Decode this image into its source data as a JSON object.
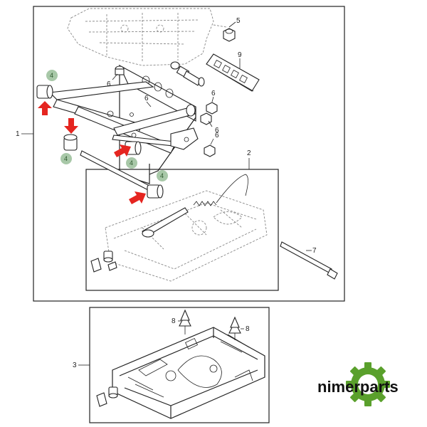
{
  "callouts": {
    "c1": "1",
    "c2": "2",
    "c3": "3",
    "c4": "4",
    "c5": "5",
    "c6": "6",
    "c7": "7",
    "c8": "8",
    "c9": "9"
  },
  "brand": {
    "name": "nimerparts"
  },
  "colors": {
    "arrow": "#e52520",
    "badge_fill": "#a8c8a8",
    "badge_text": "#2f5a2f",
    "gear": "#5aa02c",
    "line": "#222222"
  },
  "icons": {
    "logo": "gear-logo-icon",
    "arrow": "red-arrow-icon"
  }
}
